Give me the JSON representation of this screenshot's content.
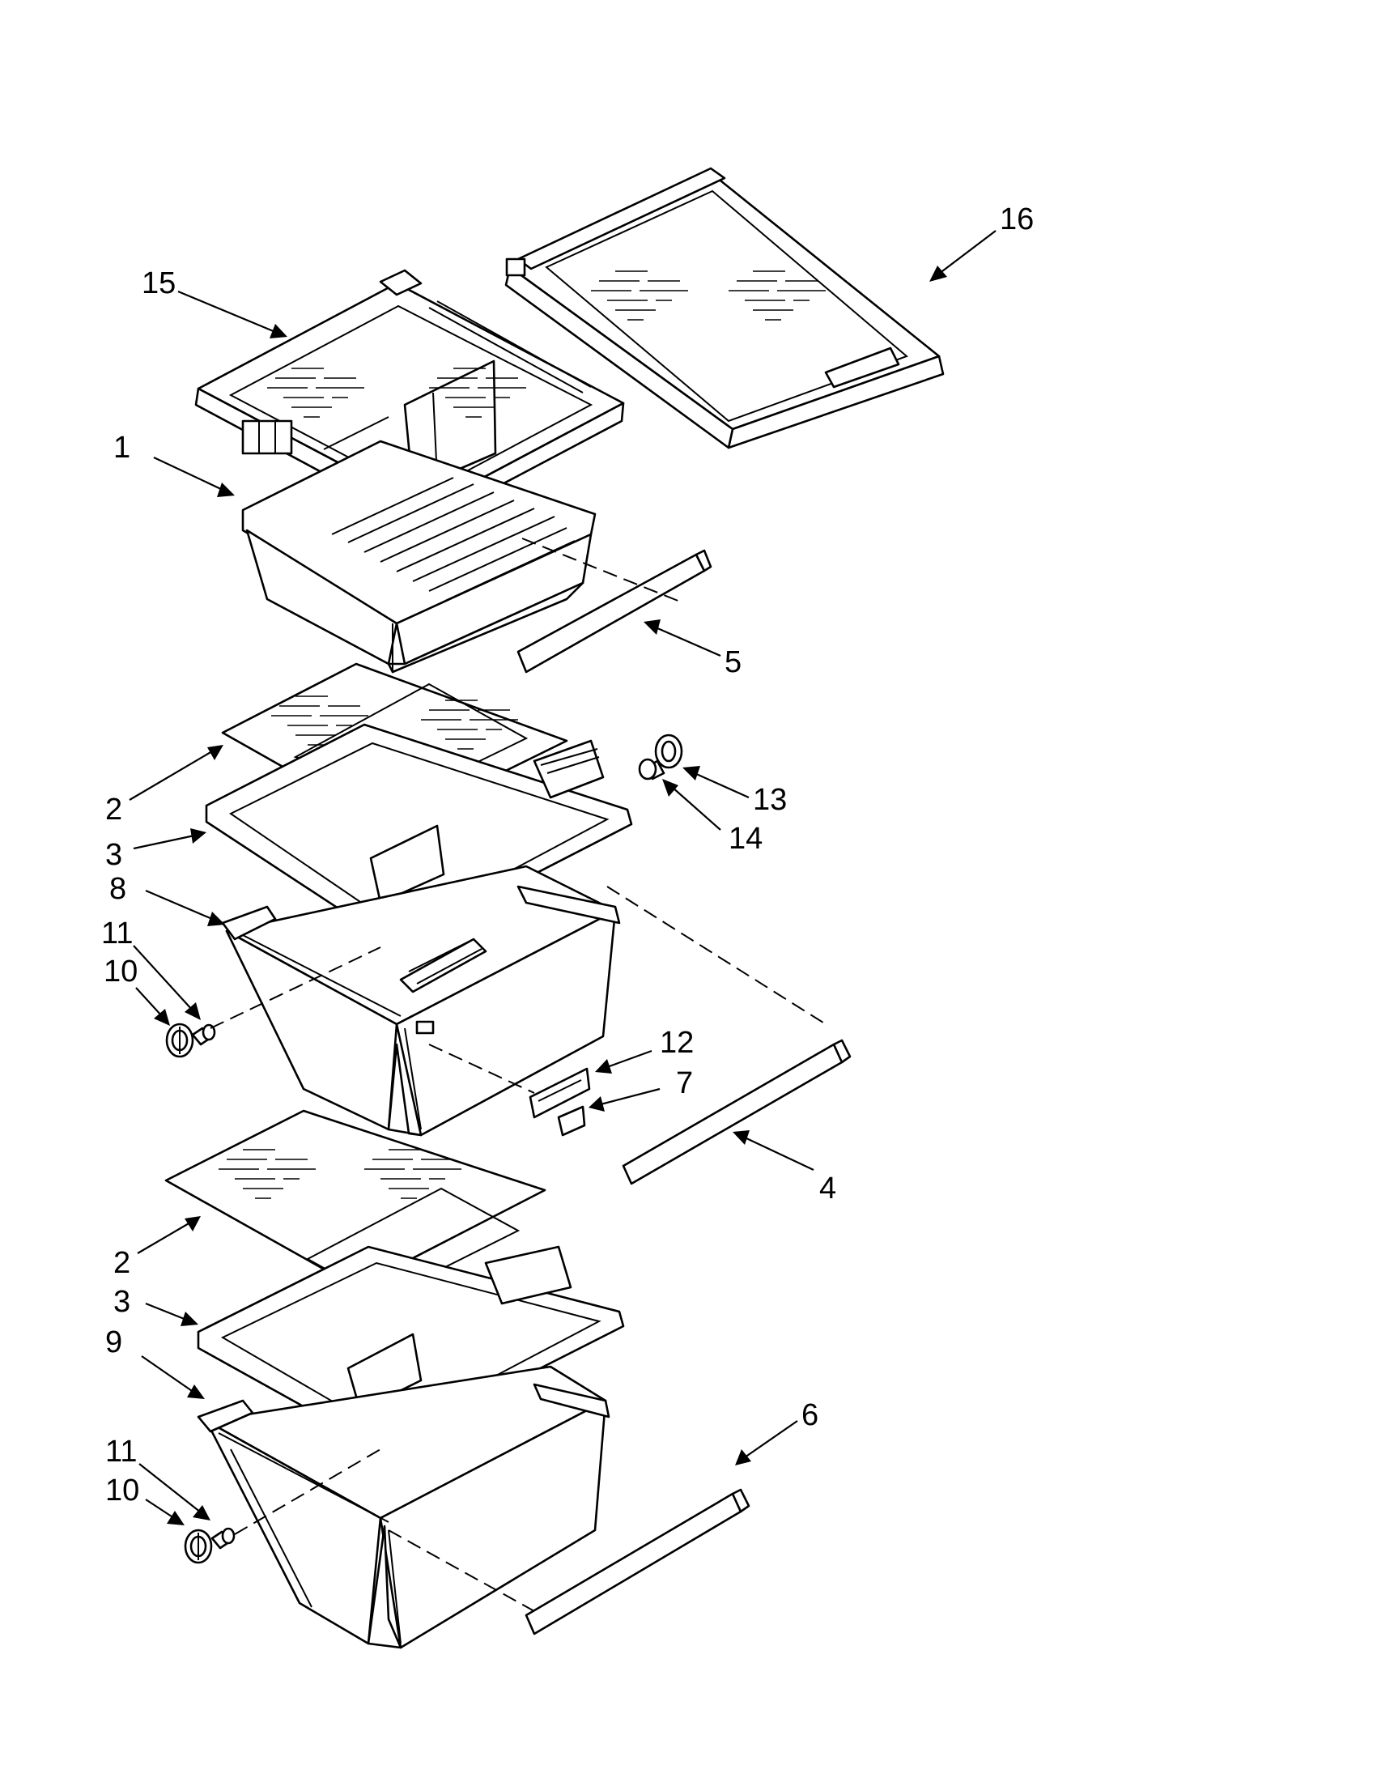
{
  "callouts": [
    {
      "id": "c15",
      "number": "15"
    },
    {
      "id": "c16",
      "number": "16"
    },
    {
      "id": "c1",
      "number": "1"
    },
    {
      "id": "c5",
      "number": "5"
    },
    {
      "id": "c2a",
      "number": "2"
    },
    {
      "id": "c3a",
      "number": "3"
    },
    {
      "id": "c13",
      "number": "13"
    },
    {
      "id": "c14",
      "number": "14"
    },
    {
      "id": "c8",
      "number": "8"
    },
    {
      "id": "c11a",
      "number": "11"
    },
    {
      "id": "c10a",
      "number": "10"
    },
    {
      "id": "c12",
      "number": "12"
    },
    {
      "id": "c7",
      "number": "7"
    },
    {
      "id": "c4",
      "number": "4"
    },
    {
      "id": "c2b",
      "number": "2"
    },
    {
      "id": "c3b",
      "number": "3"
    },
    {
      "id": "c9",
      "number": "9"
    },
    {
      "id": "c6",
      "number": "6"
    },
    {
      "id": "c11b",
      "number": "11"
    },
    {
      "id": "c10b",
      "number": "10"
    }
  ]
}
